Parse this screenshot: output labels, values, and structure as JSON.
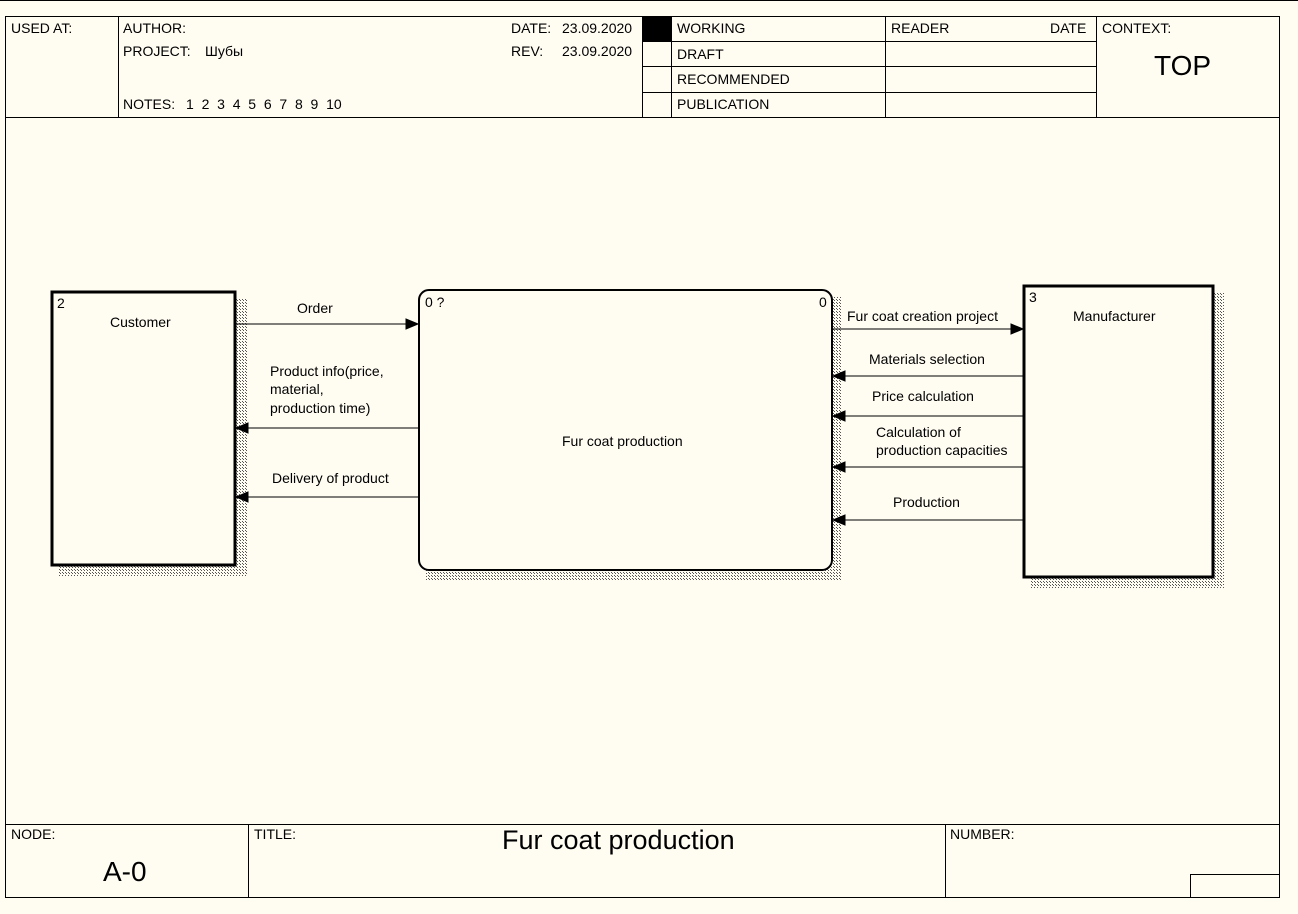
{
  "header": {
    "used_at_label": "USED AT:",
    "author_label": "AUTHOR:",
    "project_label": "PROJECT:",
    "project_value": "Шубы",
    "notes_label": "NOTES:",
    "notes_value": "1  2  3  4  5  6  7  8  9  10",
    "date_label": "DATE:",
    "date_value": "23.09.2020",
    "rev_label": "REV:",
    "rev_value": "23.09.2020",
    "status": {
      "working": "WORKING",
      "draft": "DRAFT",
      "recommended": "RECOMMENDED",
      "publication": "PUBLICATION"
    },
    "reader_label": "READER",
    "reader_date_label": "DATE",
    "context_label": "CONTEXT:",
    "context_value": "TOP"
  },
  "footer": {
    "node_label": "NODE:",
    "node_value": "A-0",
    "title_label": "TITLE:",
    "title_value": "Fur coat production",
    "number_label": "NUMBER:"
  },
  "diagram": {
    "customer": {
      "number": "2",
      "name": "Customer"
    },
    "process": {
      "number_left": "0 ?",
      "number_right": "0",
      "name": "Fur coat production"
    },
    "manufacturer": {
      "number": "3",
      "name": "Manufacturer"
    },
    "arrows": {
      "order": "Order",
      "product_info_1": "Product info(price,",
      "product_info_2": "material,",
      "product_info_3": "production time)",
      "delivery": "Delivery of product",
      "fur_coat_project": "Fur coat creation project",
      "materials_selection": "Materials selection",
      "price_calculation": "Price calculation",
      "capacities_1": "Calculation of",
      "capacities_2": "production capacities",
      "production": "Production"
    }
  }
}
